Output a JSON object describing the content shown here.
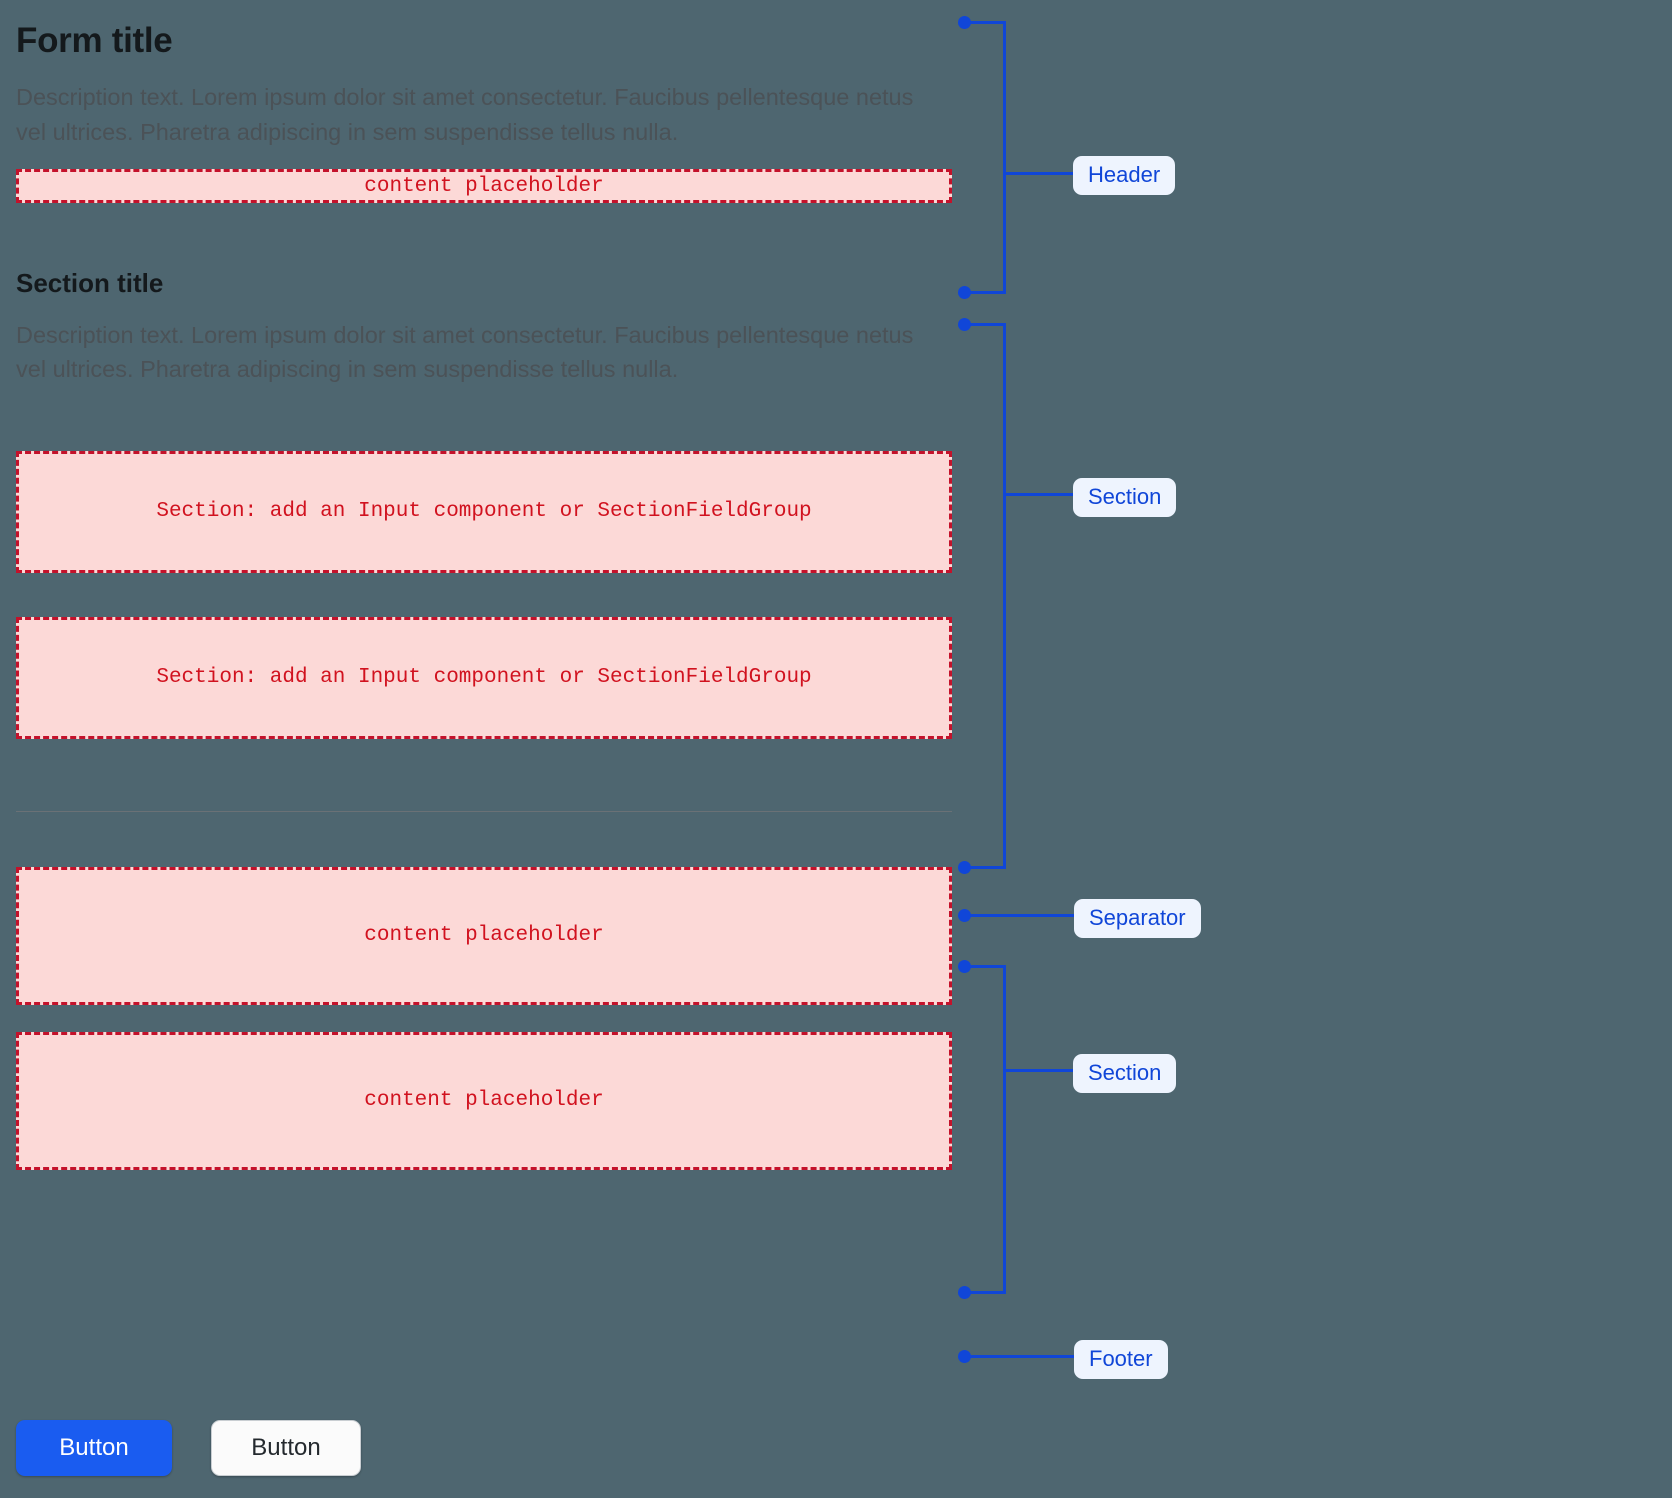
{
  "colors": {
    "background": "#4e6670",
    "annotation_blue": "#1046d8",
    "pill_bg": "#eef4fe",
    "placeholder_bg": "#fcd9d7",
    "placeholder_border": "#c4122b",
    "placeholder_text": "#d1121f",
    "primary_button": "#1a5cf0"
  },
  "header": {
    "title": "Form title",
    "description": "Description text. Lorem ipsum dolor sit amet consectetur. Faucibus pellentesque netus vel ultrices. Pharetra adipiscing in sem suspendisse tellus nulla.",
    "placeholder": "content placeholder"
  },
  "section": {
    "title": "Section title",
    "description": "Description text. Lorem ipsum dolor sit amet consectetur. Faucibus pellentesque netus vel ultrices. Pharetra adipiscing in sem suspendisse tellus nulla.",
    "field_placeholder_1": "Section: add an Input component or SectionFieldGroup",
    "field_placeholder_2": "Section: add an Input component or SectionFieldGroup"
  },
  "section_two": {
    "placeholder_1": "content placeholder",
    "placeholder_2": "content placeholder"
  },
  "footer": {
    "primary_button": "Button",
    "secondary_button": "Button"
  },
  "annotations": {
    "header_label": "Header",
    "section_label": "Section",
    "separator_label": "Separator",
    "section_two_label": "Section",
    "footer_label": "Footer"
  }
}
